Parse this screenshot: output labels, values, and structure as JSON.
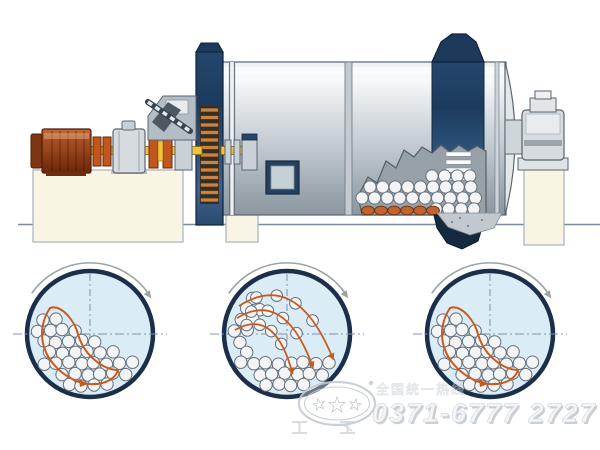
{
  "page": {
    "title": "Ball mill side cutaway with grinding media motion diagrams",
    "background": "#ffffff"
  },
  "machine": {
    "name": "ball-mill-side-cutaway",
    "parts": [
      "drive-motor",
      "coupling",
      "reduction-gearbox",
      "pinion-shaft",
      "girth-gear",
      "mill-shell",
      "inspection-door",
      "riding-ring",
      "shell-cutaway-with-grinding-balls",
      "liner-plates",
      "discharge-trunnion-bearing",
      "foundation-blocks",
      "ground-line",
      "drive-chain"
    ]
  },
  "diagrams": {
    "items": [
      {
        "id": "motion-diagram-cascading-left",
        "mode": "cascade",
        "rotation": "clockwise"
      },
      {
        "id": "motion-diagram-cataracting-center",
        "mode": "cataract",
        "rotation": "clockwise"
      },
      {
        "id": "motion-diagram-cascading-right",
        "mode": "cascade",
        "rotation": "clockwise"
      }
    ]
  },
  "watermark": {
    "tagline": "全国统一热线",
    "phone": "0371-6777 2727",
    "logo": "oval-three-stars"
  },
  "colors": {
    "navy": "#1b2f4b",
    "circle_fill": "#daedf6",
    "orange": "#c75a1e",
    "arrow_gray": "#9aa5a3",
    "crosshair": "#8094ac",
    "ball_fill": "#f4f4f4",
    "ball_stroke": "#64707e",
    "shaft_yellow": "#f3c338",
    "coupling_orange": "#c2571d",
    "liner_orange": "#c26432",
    "torn_gray": "#97a1a8",
    "foundation": "#f8f5e4",
    "foundation_edge": "#a9b0ba",
    "steel_dark": "#7b8b9b",
    "wm_gray": "#c6ccd2"
  }
}
